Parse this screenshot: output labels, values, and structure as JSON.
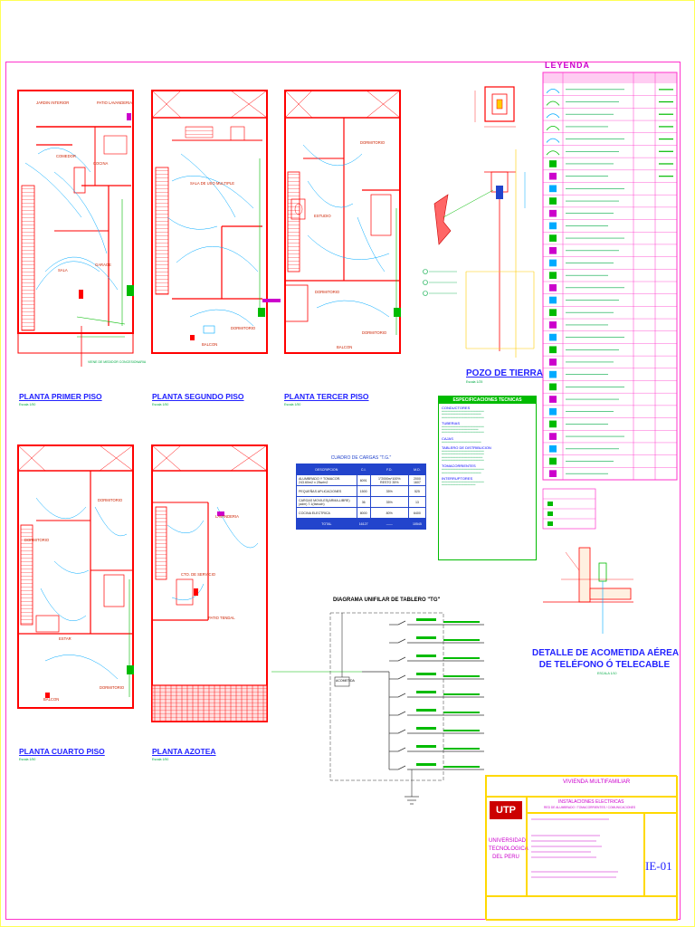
{
  "drawing": {
    "plan_titles": [
      "PLANTA PRIMER PISO",
      "PLANTA SEGUNDO PISO",
      "PLANTA TERCER PISO",
      "PLANTA CUARTO PISO",
      "PLANTA AZOTEA"
    ],
    "scale_note": "Escala 1/50",
    "room_labels": [
      "JARDIN INTERIOR",
      "PATIO LAVANDERIA",
      "COMEDOR",
      "COCINA",
      "SALA",
      "GARAGE",
      "SALA DE USO MULTIPLE",
      "DORMITORIO",
      "BALCON",
      "ESTUDIO",
      "DORMITORIO",
      "LAVANDERIA",
      "CTO. DE SERVICIO",
      "PATIO TENDAL",
      "ESTAR"
    ],
    "meter_note": "VIENE DE MEDIDOR CONCESIONARIA"
  },
  "well": {
    "title": "POZO DE TIERRA",
    "note": "Escala 1/25"
  },
  "drop_detail": {
    "title_line1": "DETALLE DE ACOMETIDA AÉREA",
    "title_line2": "DE TELÉFONO Ó TELECABLE",
    "note": "ESCALA 1/10"
  },
  "legend": {
    "title": "LEYENDA",
    "rows": 32
  },
  "loads_table": {
    "title": "CUADRO DE CARGAS \"T.G.\"",
    "headers": [
      "DESCRIPCION",
      "C.I.",
      "F.D.",
      "M.D."
    ],
    "rows": [
      [
        "ALUMBRADO Y TOMACOR. 243.60m2 x 25w/m2",
        "6091",
        "1°2000w*100% RESTO 35%",
        "2000 1607"
      ],
      [
        "PEQUEÑAS APLICACIONES",
        "1500",
        "35%",
        "525"
      ],
      [
        "CARGAS MOVILES(ARMA-LIBRE)(adm) 7.1(fabuch)",
        "36",
        "35%",
        "13"
      ],
      [
        "COCINA ELECTRICA",
        "8000",
        "80%",
        "6400"
      ]
    ],
    "total": [
      "TOTAL",
      "16127",
      "——",
      "10545"
    ]
  },
  "specs": {
    "title": "ESPECIFICACIONES TECNICAS",
    "sections": [
      {
        "head": "CONDUCTORES",
        "lines": 4
      },
      {
        "head": "TUBERIAS",
        "lines": 4
      },
      {
        "head": "CAJAS",
        "lines": 2
      },
      {
        "head": "TABLERO DE DISTRIBUCION",
        "lines": 6
      },
      {
        "head": "TOMACORRIENTES",
        "lines": 3
      },
      {
        "head": "INTERRUPTORES",
        "lines": 3
      }
    ]
  },
  "unifilar": {
    "title": "DIAGRAMA UNIFILAR DE TABLERO \"TG\"",
    "circuits": 9,
    "label_in": "ACOMETIDA"
  },
  "title_block": {
    "project": "VIVIENDA MULTIFAMILIAR",
    "specialty": "INSTALACIONES ELECTRICAS",
    "subtitle": "RED DE ALUMBRADO / TOMACORRIENTES / COMUNICACIONES",
    "logo": "UTP",
    "university": "UNIVERSIDAD TECNOLOGICA DEL PERU",
    "sheet": "IE-01"
  },
  "colors": {
    "walls": "#ff0000",
    "circuit": "#00aaff",
    "green": "#00bb00",
    "magenta": "#ff33cc",
    "blue": "#2244cc",
    "title": "#2222ff",
    "border": "#ffd900"
  }
}
